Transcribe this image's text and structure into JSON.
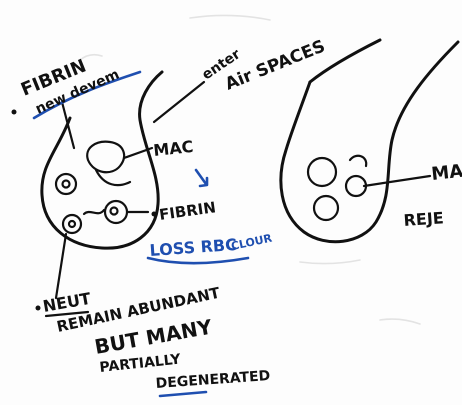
{
  "labels": {
    "fibrin_line1": "FIBRIN",
    "fibrin_line2": "new devem",
    "enter_line1": "enter",
    "enter_line2": "Air SPACES",
    "mac_left": "MAC",
    "fibrin_small": "FIBRIN",
    "loss_rbc": "LOSS RBC",
    "clover": "CLOUR",
    "neut_line1": "NEUT",
    "neut_line2": "REMAIN ABUNDANT",
    "neut_line3": "BUT MANY",
    "neut_line4": "PARTIALLY",
    "neut_line5": "DEGENERATED",
    "mac_right_partial": "MA",
    "rej_partial": "REJE"
  },
  "colors": {
    "ink": "#111111",
    "annotation_blue": "#1f4fb0",
    "paper": "#fdfdfd"
  }
}
